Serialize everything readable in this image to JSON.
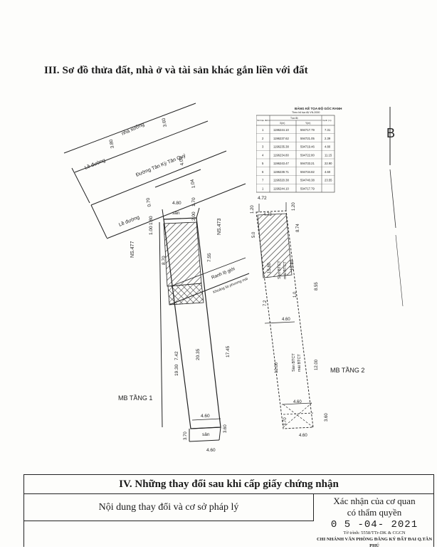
{
  "section3": {
    "title": "III. Sơ đồ thửa đất, nhà ở và tài sản khác gắn liền với đất"
  },
  "coords": {
    "title": "BẢNG KÊ TỌA ĐỘ GÓC RANH",
    "subtitle": "Theo hệ tọa độ VN-2000",
    "headers": {
      "point": "Số hiệu điểm",
      "coord": "Tọa độ",
      "x": "X(m)",
      "y": "Y(m)",
      "edge": "Cạnh (m)"
    },
    "rows": [
      {
        "p": "1",
        "x": "1196244.10",
        "y": "594717.79",
        "e": "7.31"
      },
      {
        "p": "2",
        "x": "1196237.62",
        "y": "594721.05",
        "e": "2.39"
      },
      {
        "p": "3",
        "x": "1196235.38",
        "y": "594719.46",
        "e": "4.80"
      },
      {
        "p": "4",
        "x": "1196234.80",
        "y": "594722.80",
        "e": "11.15"
      },
      {
        "p": "5",
        "x": "1196243.47",
        "y": "594733.21",
        "e": "22.90"
      },
      {
        "p": "6",
        "x": "1196239.71",
        "y": "594734.82",
        "e": "4.60"
      },
      {
        "p": "7",
        "x": "1196320.38",
        "y": "594740.38",
        "e": "23.55"
      },
      {
        "p": "1",
        "x": "1196244.10",
        "y": "594717.79",
        "e": ""
      }
    ]
  },
  "plan": {
    "north": "B",
    "nha_xuong": "nhà xưởng",
    "le_duong": "Lề đường",
    "street": "Đường Tân Kỳ Tân Quý",
    "ns473": "NS.473",
    "ns477": "NS.477",
    "san": "sân",
    "ranh": "Ranh lộ giới",
    "khoang": "Khoảng lùi phương mái",
    "dims": {
      "d380": "3.80",
      "d360": "3.60",
      "d400": "4.00",
      "d104": "1.04",
      "d070": "0.70",
      "d480": "4.80",
      "d180": "1.80",
      "d100": "1.00",
      "d170": "1.70",
      "d200": "2.00",
      "d870": "8.70",
      "d755": "7.55",
      "d1930": "19.30",
      "d742": "7.42",
      "d2035": "20.35",
      "d1745": "17.45",
      "d460": "4.60",
      "d370": "3.70",
      "d360b": "3.60"
    },
    "floor1": "MB TẦNG 1",
    "floor2": "MB TẦNG 2",
    "f2dims": {
      "d472": "4.72",
      "d120": "1.20",
      "d473": "4.73",
      "d50": "5.0",
      "d874": "8.74",
      "d1580a": "15.80",
      "d1580b": "15.80",
      "d855": "8.55",
      "d72": "7.2",
      "d460a": "4.60",
      "d1200a": "12.00",
      "d1200b": "12.00",
      "d460b": "4.60",
      "d370": "3.70",
      "d360": "3.60",
      "d460c": "4.60",
      "d10": "1.0"
    },
    "btct1": "Sân BTCT",
    "btct2": "mái BTCT",
    "btct3": "Sàn BTCT",
    "btct4": "mái BTCT"
  },
  "section4": {
    "title": "IV. Những thay đổi sau khi cấp giấy chứng nhận",
    "left": "Nội dung thay đổi và cơ sở pháp lý",
    "right1": "Xác nhận của cơ quan",
    "right2": "có thẩm quyền",
    "date": "0 5 -04- 2021",
    "note": "Tờ trình: 5558/TTr-DK & CGCN",
    "org": "CHI NHÁNH VĂN PHÒNG ĐĂNG KÝ ĐẤT ĐAI Q.TÂN PHÚ"
  }
}
